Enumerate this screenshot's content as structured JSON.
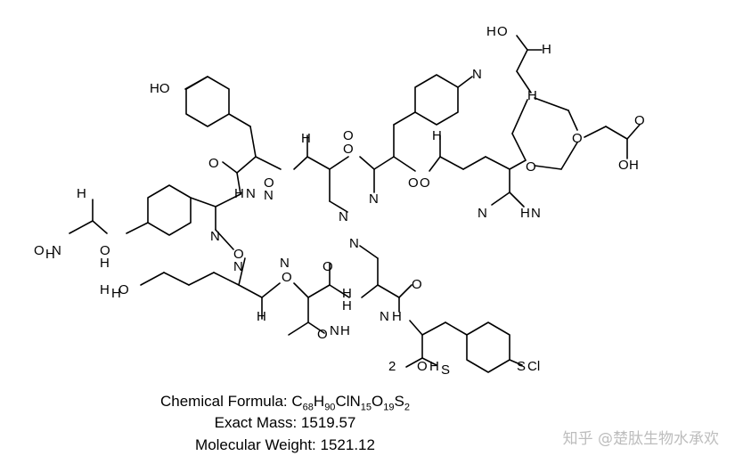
{
  "structure": {
    "atom_labels": [
      "HO",
      "O",
      "O",
      "N",
      "H",
      "N",
      "H",
      "O",
      "O",
      "N",
      "H",
      "O",
      "O",
      "N",
      "H",
      "N",
      "H",
      "O",
      "H",
      "N",
      "O",
      "H",
      "N",
      "O",
      "N",
      "H",
      "H",
      "O",
      "H",
      "N",
      "O",
      "O",
      "H",
      "H",
      "O",
      "N",
      "H",
      "O",
      "N",
      "H",
      "2",
      "O",
      "H",
      "S",
      "S",
      "Cl",
      "N",
      "N",
      "N",
      "O",
      "H",
      "O",
      "H",
      "O",
      "H"
    ]
  },
  "caption": {
    "formula_label": "Chemical Formula: ",
    "formula_parts": [
      {
        "t": "C",
        "sub": "68"
      },
      {
        "t": "H",
        "sub": "90"
      },
      {
        "t": "ClN",
        "sub": "15"
      },
      {
        "t": "O",
        "sub": "19"
      },
      {
        "t": "S",
        "sub": "2"
      }
    ],
    "exact_mass": "Exact Mass: 1519.57",
    "molecular_weight": "Molecular Weight: 1521.12"
  },
  "watermark": "知乎 @楚肽生物水承欢"
}
